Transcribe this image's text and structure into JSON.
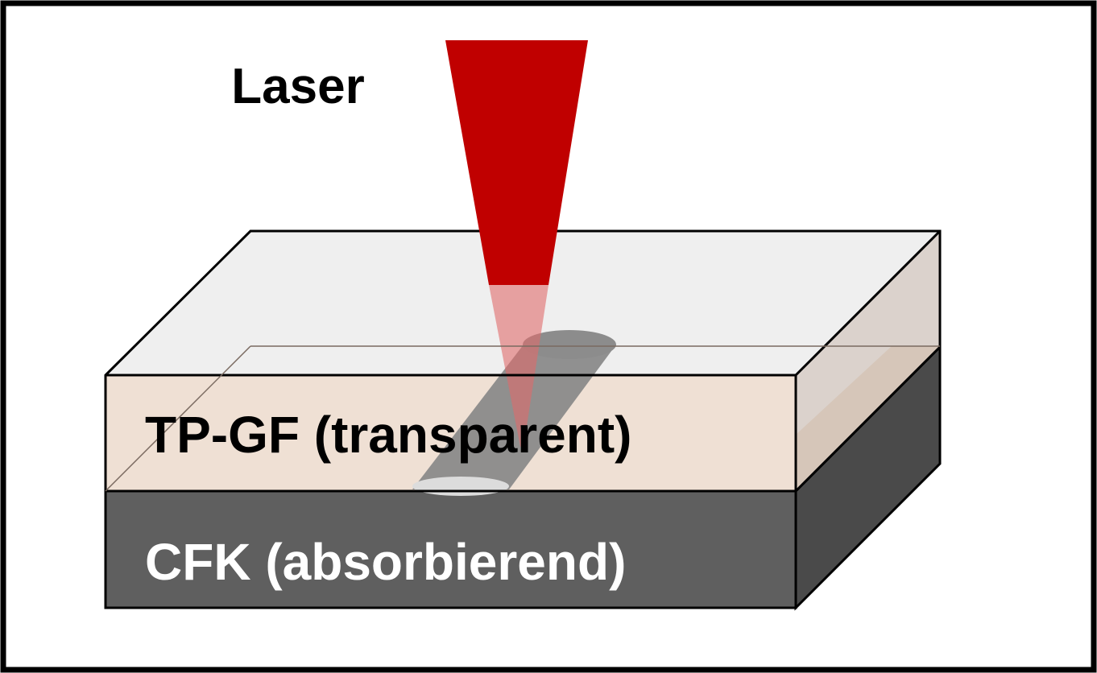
{
  "labels": {
    "laser": "Laser",
    "top_layer": "TP-GF (transparent)",
    "bottom_layer": "CFK (absorbierend)"
  },
  "colors": {
    "frame": "#000000",
    "laser_beam": "#c00000",
    "laser_beam_in_material": "#e08a8a",
    "top_face": "#efefef",
    "top_layer_front": "#efe0d4",
    "top_layer_side": "#d8c8bc",
    "bottom_layer_front": "#5f5f5f",
    "bottom_layer_side": "#4a4a4a",
    "weld_seam": "#808080",
    "weld_seam_end": "#d9d9d9",
    "text_dark": "#000000",
    "text_light": "#ffffff"
  }
}
